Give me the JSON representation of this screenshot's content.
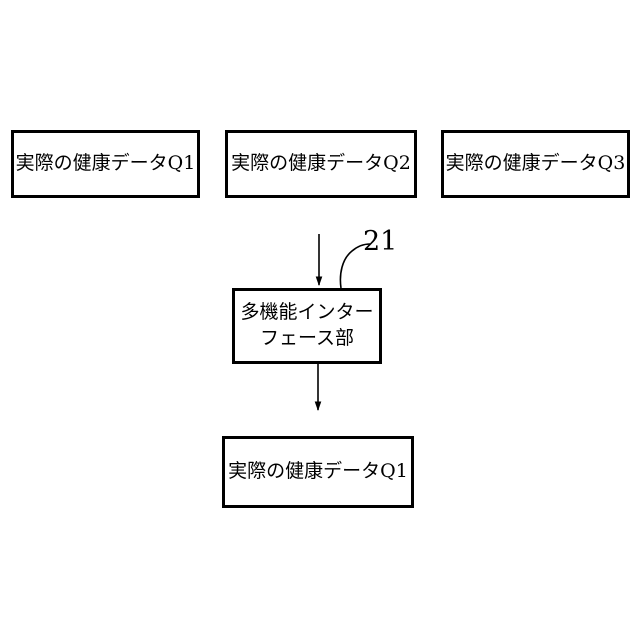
{
  "boxes": {
    "actual_q1": "実際の健康データQ1",
    "actual_q2": "実際の健康データQ2",
    "actual_q3": "実際の健康データQ3",
    "interface_line1": "多機能インター",
    "interface_line2": "フェース部",
    "output": "実際の健康データQ1"
  },
  "reference_label": "21"
}
